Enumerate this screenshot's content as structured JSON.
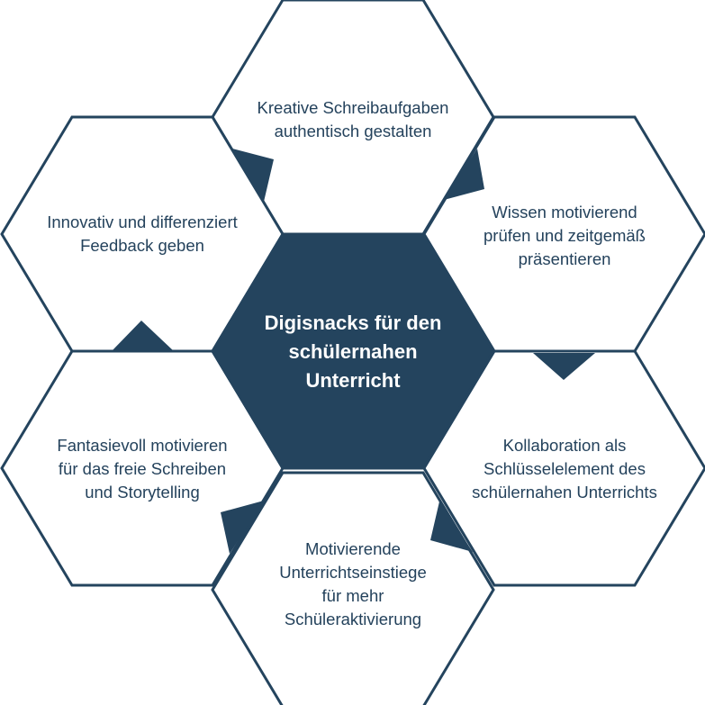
{
  "center": {
    "lines": [
      "Digisnacks für den",
      "schülernahen",
      "Unterricht"
    ]
  },
  "topics": [
    {
      "id": "top",
      "lines": [
        "Kreative Schreibaufgaben",
        "authentisch gestalten"
      ]
    },
    {
      "id": "top-right",
      "lines": [
        "Wissen motivierend",
        "prüfen und zeitgemäß",
        "präsentieren"
      ]
    },
    {
      "id": "bottom-right",
      "lines": [
        "Kollaboration als",
        "Schlüsselelement des",
        "schülernahen Unterrichts"
      ]
    },
    {
      "id": "bottom",
      "lines": [
        "Motivierende",
        "Unterrichtseinstiege",
        "für mehr",
        "Schüleraktivierung"
      ]
    },
    {
      "id": "bottom-left",
      "lines": [
        "Fantasievoll motivieren",
        "für das freie Schreiben",
        "und Storytelling"
      ]
    },
    {
      "id": "top-left",
      "lines": [
        "Innovativ und differenziert",
        "Feedback geben"
      ]
    }
  ],
  "colors": {
    "primary": "#24445e",
    "text": "#24425c"
  }
}
